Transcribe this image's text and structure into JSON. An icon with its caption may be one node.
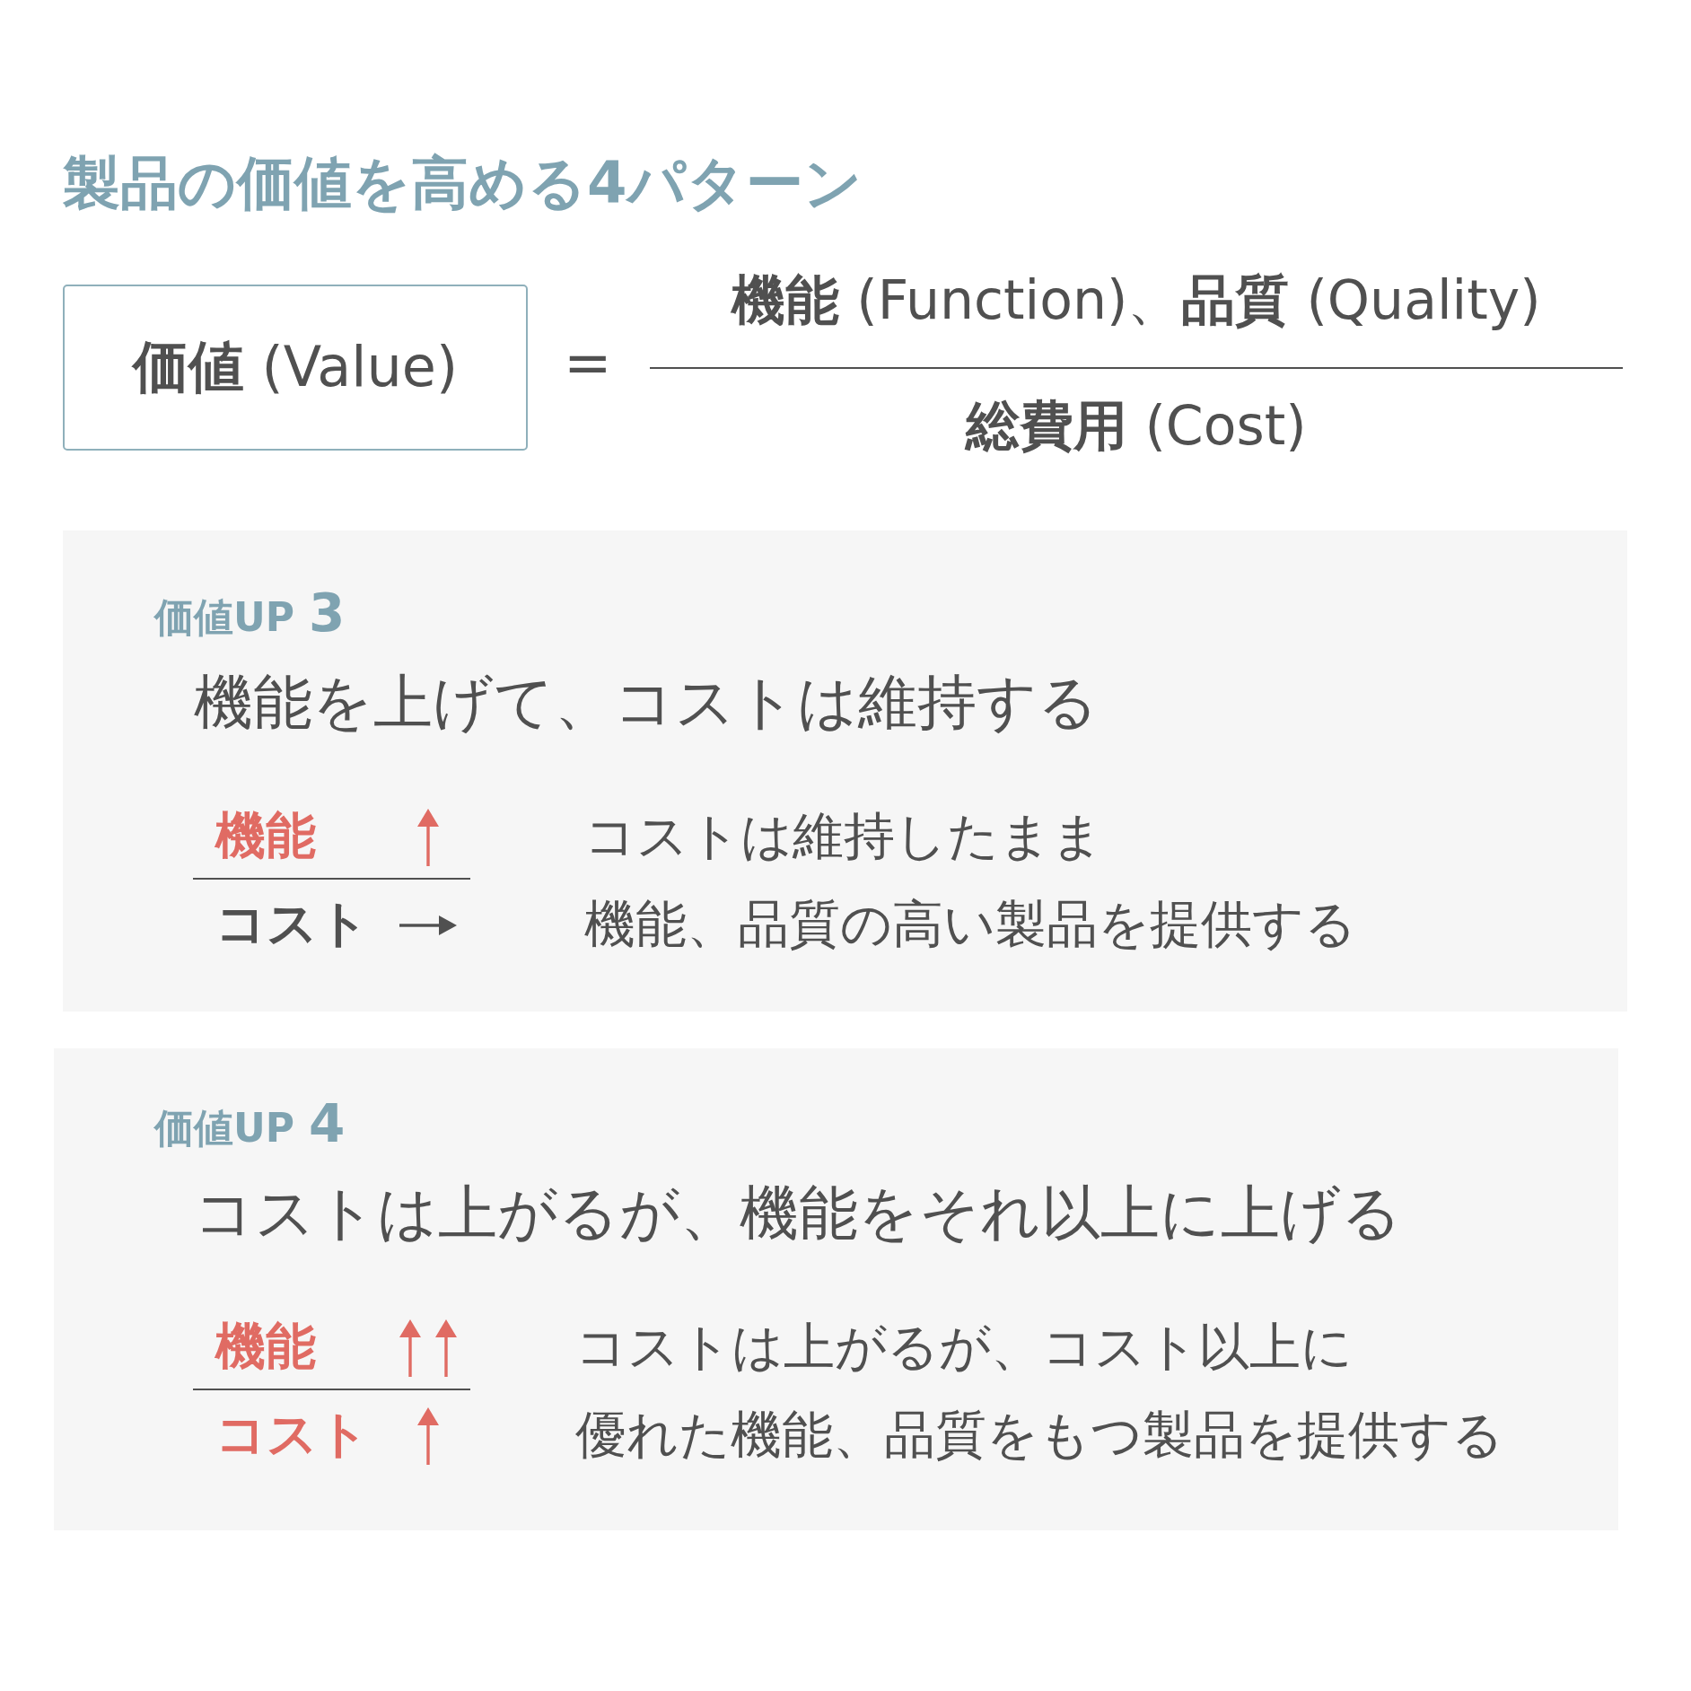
{
  "diagram": {
    "title": "製品の価値を高める4パターン",
    "nodes": [
      {
        "text": [
          "**価値** (Value)"
        ]
      },
      {
        "text": [
          "価値UP",
          "3",
          "機能を上げて、コストは維持する",
          "機能",
          "コスト",
          "コストは維持したまま",
          "機能、品質の高い製品を提供する"
        ]
      },
      {
        "text": [
          "価値UP",
          "4",
          "コストは上がるが、機能をそれ以上に上げる",
          "機能",
          "コスト",
          "コストは上がるが、コスト以上に",
          "優れた機能、品質をもつ製品を提供する"
        ]
      }
    ],
    "labels": [
      "=",
      "**機能** (Function)、**品質** (Quality)",
      "**総費用** (Cost)"
    ]
  }
}
